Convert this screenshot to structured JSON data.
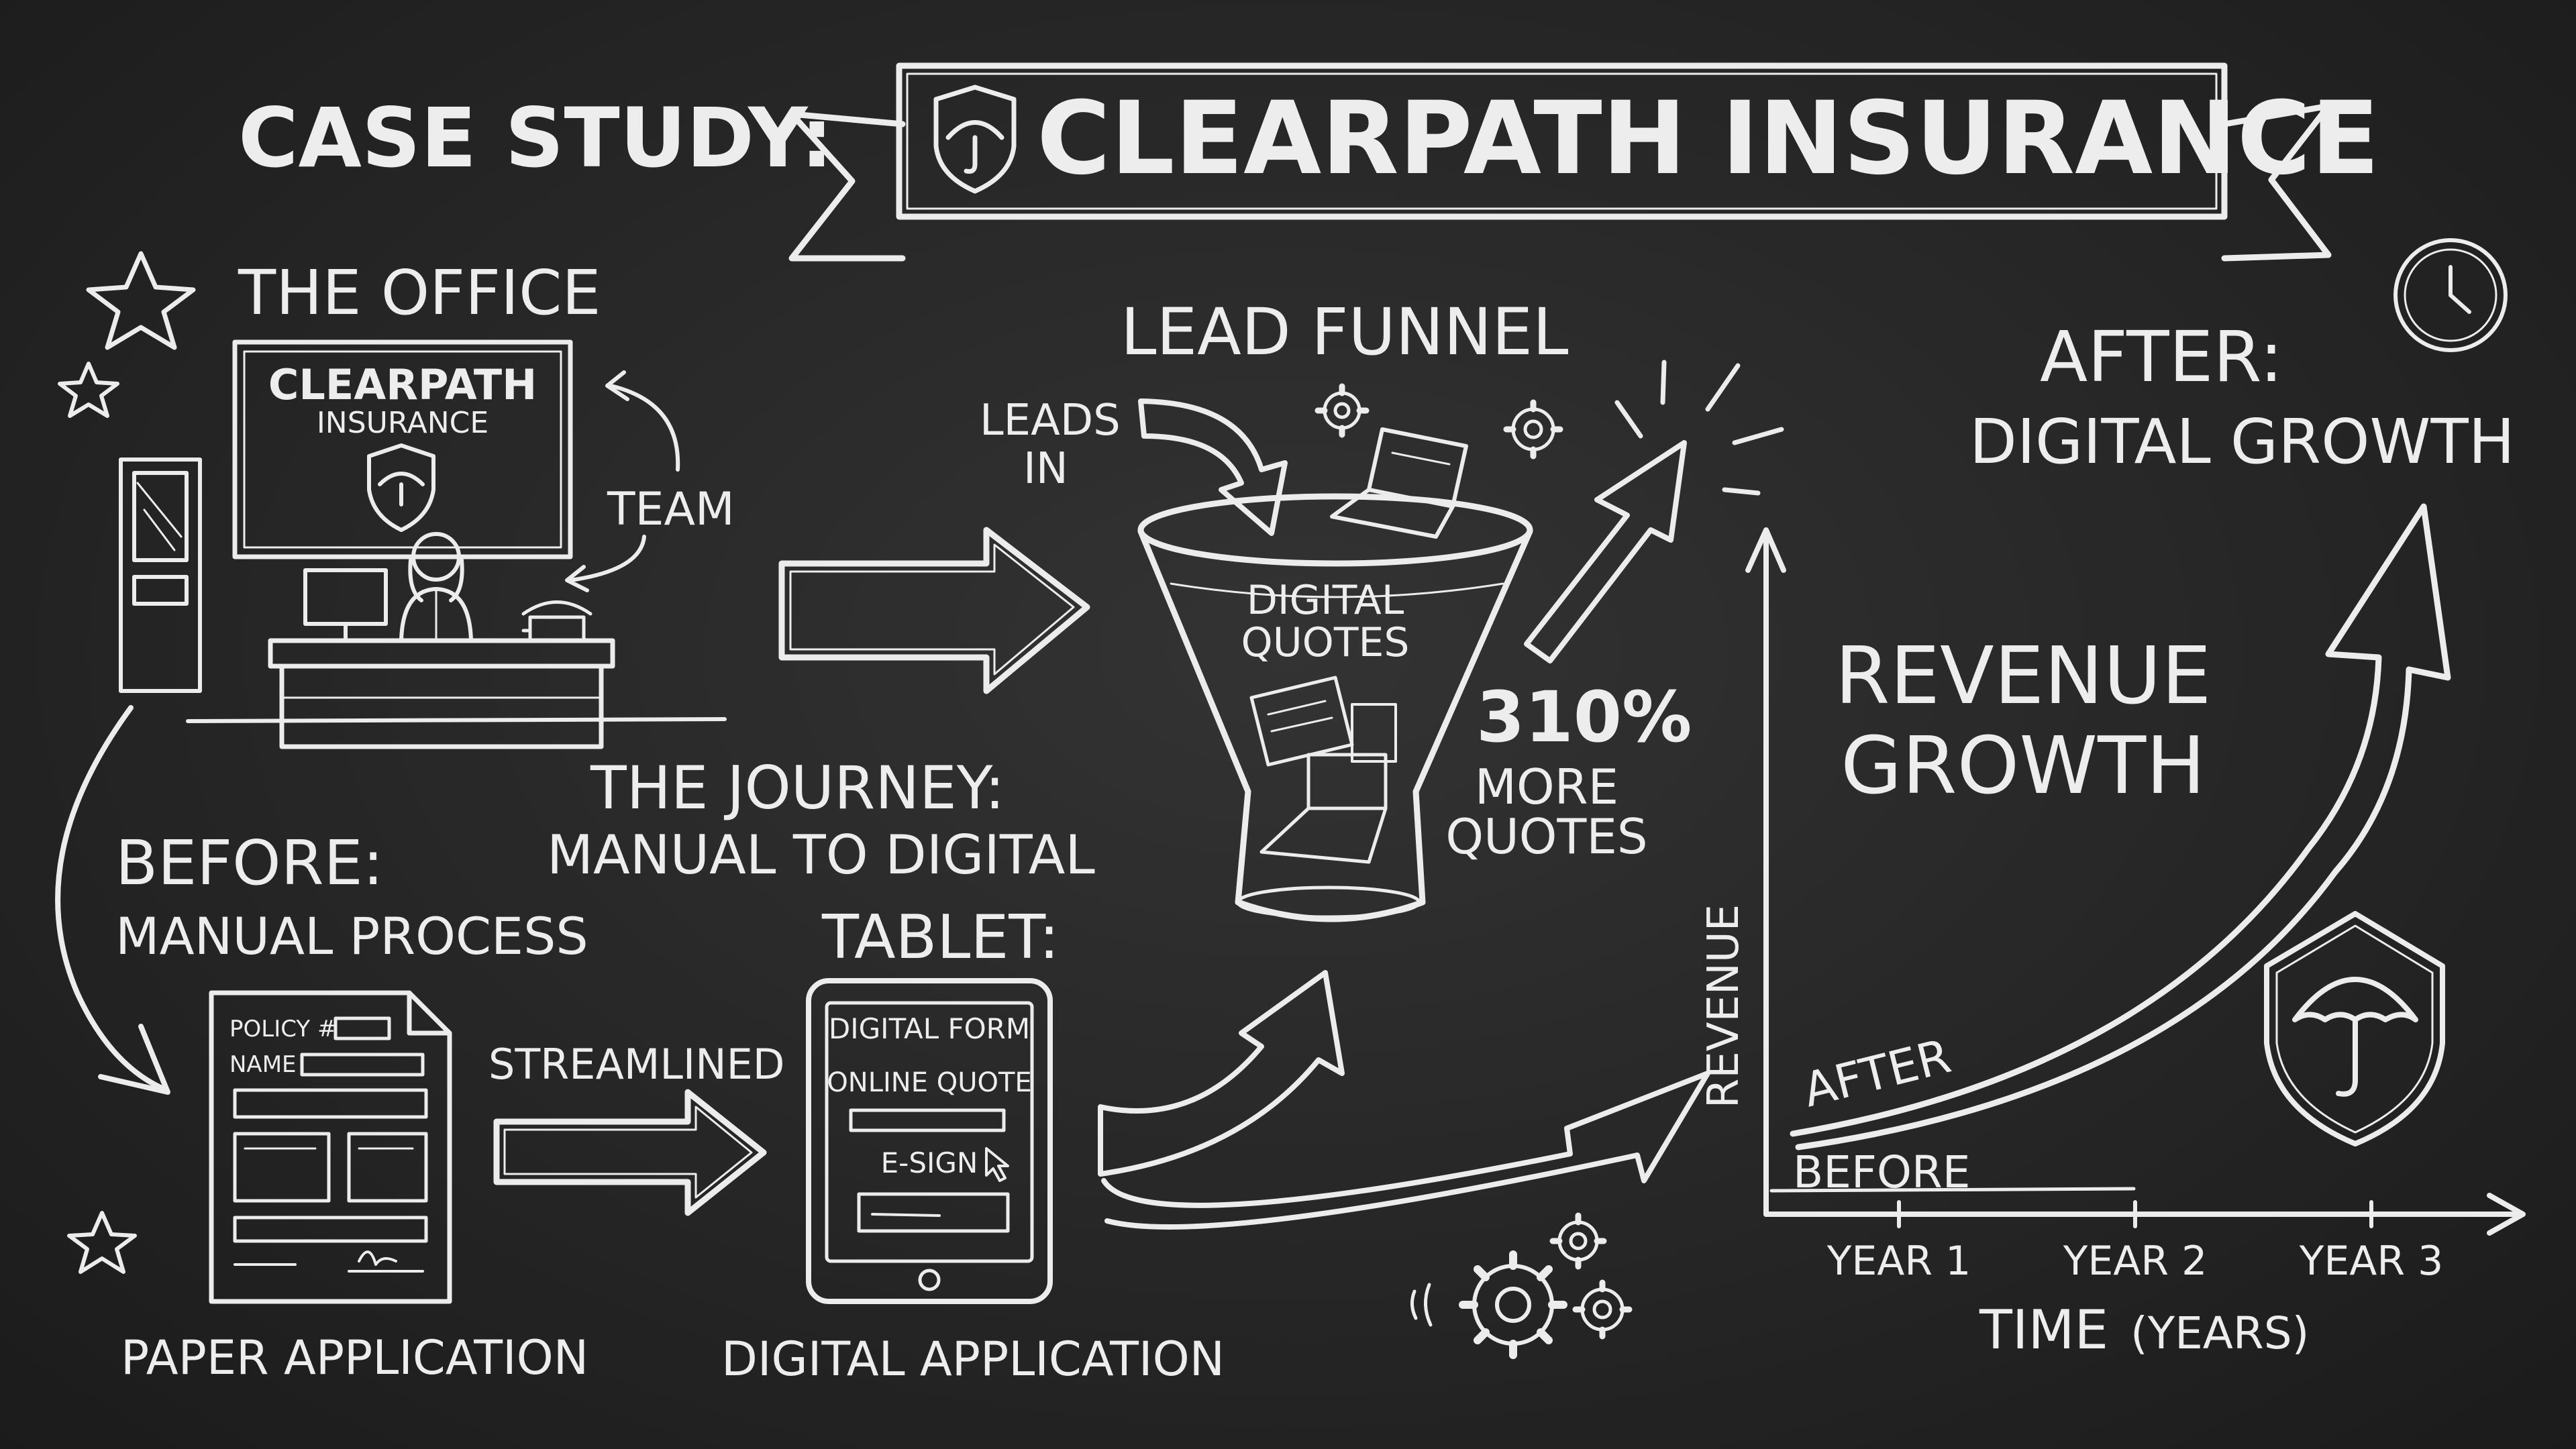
{
  "header": {
    "prefix": "CASE STUDY:",
    "company": "CLEARPATH INSURANCE"
  },
  "office": {
    "title": "THE OFFICE",
    "sign_line1": "CLEARPATH",
    "sign_line2": "INSURANCE",
    "team_label": "TEAM"
  },
  "before": {
    "title": "BEFORE:",
    "subtitle": "MANUAL PROCESS",
    "form_field1": "POLICY #",
    "form_field2": "NAME",
    "caption": "PAPER APPLICATION"
  },
  "journey": {
    "title": "THE JOURNEY:",
    "subtitle": "MANUAL TO DIGITAL",
    "streamlined": "STREAMLINED"
  },
  "tablet": {
    "title": "TABLET:",
    "line1": "DIGITAL FORM",
    "line2": "ONLINE QUOTE",
    "line3": "E-SIGN",
    "caption": "DIGITAL APPLICATION"
  },
  "funnel": {
    "title": "LEAD FUNNEL",
    "leads_line1": "LEADS",
    "leads_line2": "IN",
    "inside_line1": "DIGITAL",
    "inside_line2": "QUOTES",
    "stat_value": "310%",
    "stat_line1": "MORE",
    "stat_line2": "QUOTES"
  },
  "after": {
    "title": "AFTER:",
    "subtitle": "DIGITAL GROWTH"
  },
  "chart_data": {
    "type": "line",
    "title": "REVENUE GROWTH",
    "title_line1": "REVENUE",
    "title_line2": "GROWTH",
    "xlabel_main": "TIME",
    "xlabel_unit": "(YEARS)",
    "ylabel": "REVENUE",
    "categories": [
      "YEAR 1",
      "YEAR 2",
      "YEAR 3"
    ],
    "series": [
      {
        "name": "BEFORE"
      },
      {
        "name": "AFTER"
      }
    ]
  }
}
